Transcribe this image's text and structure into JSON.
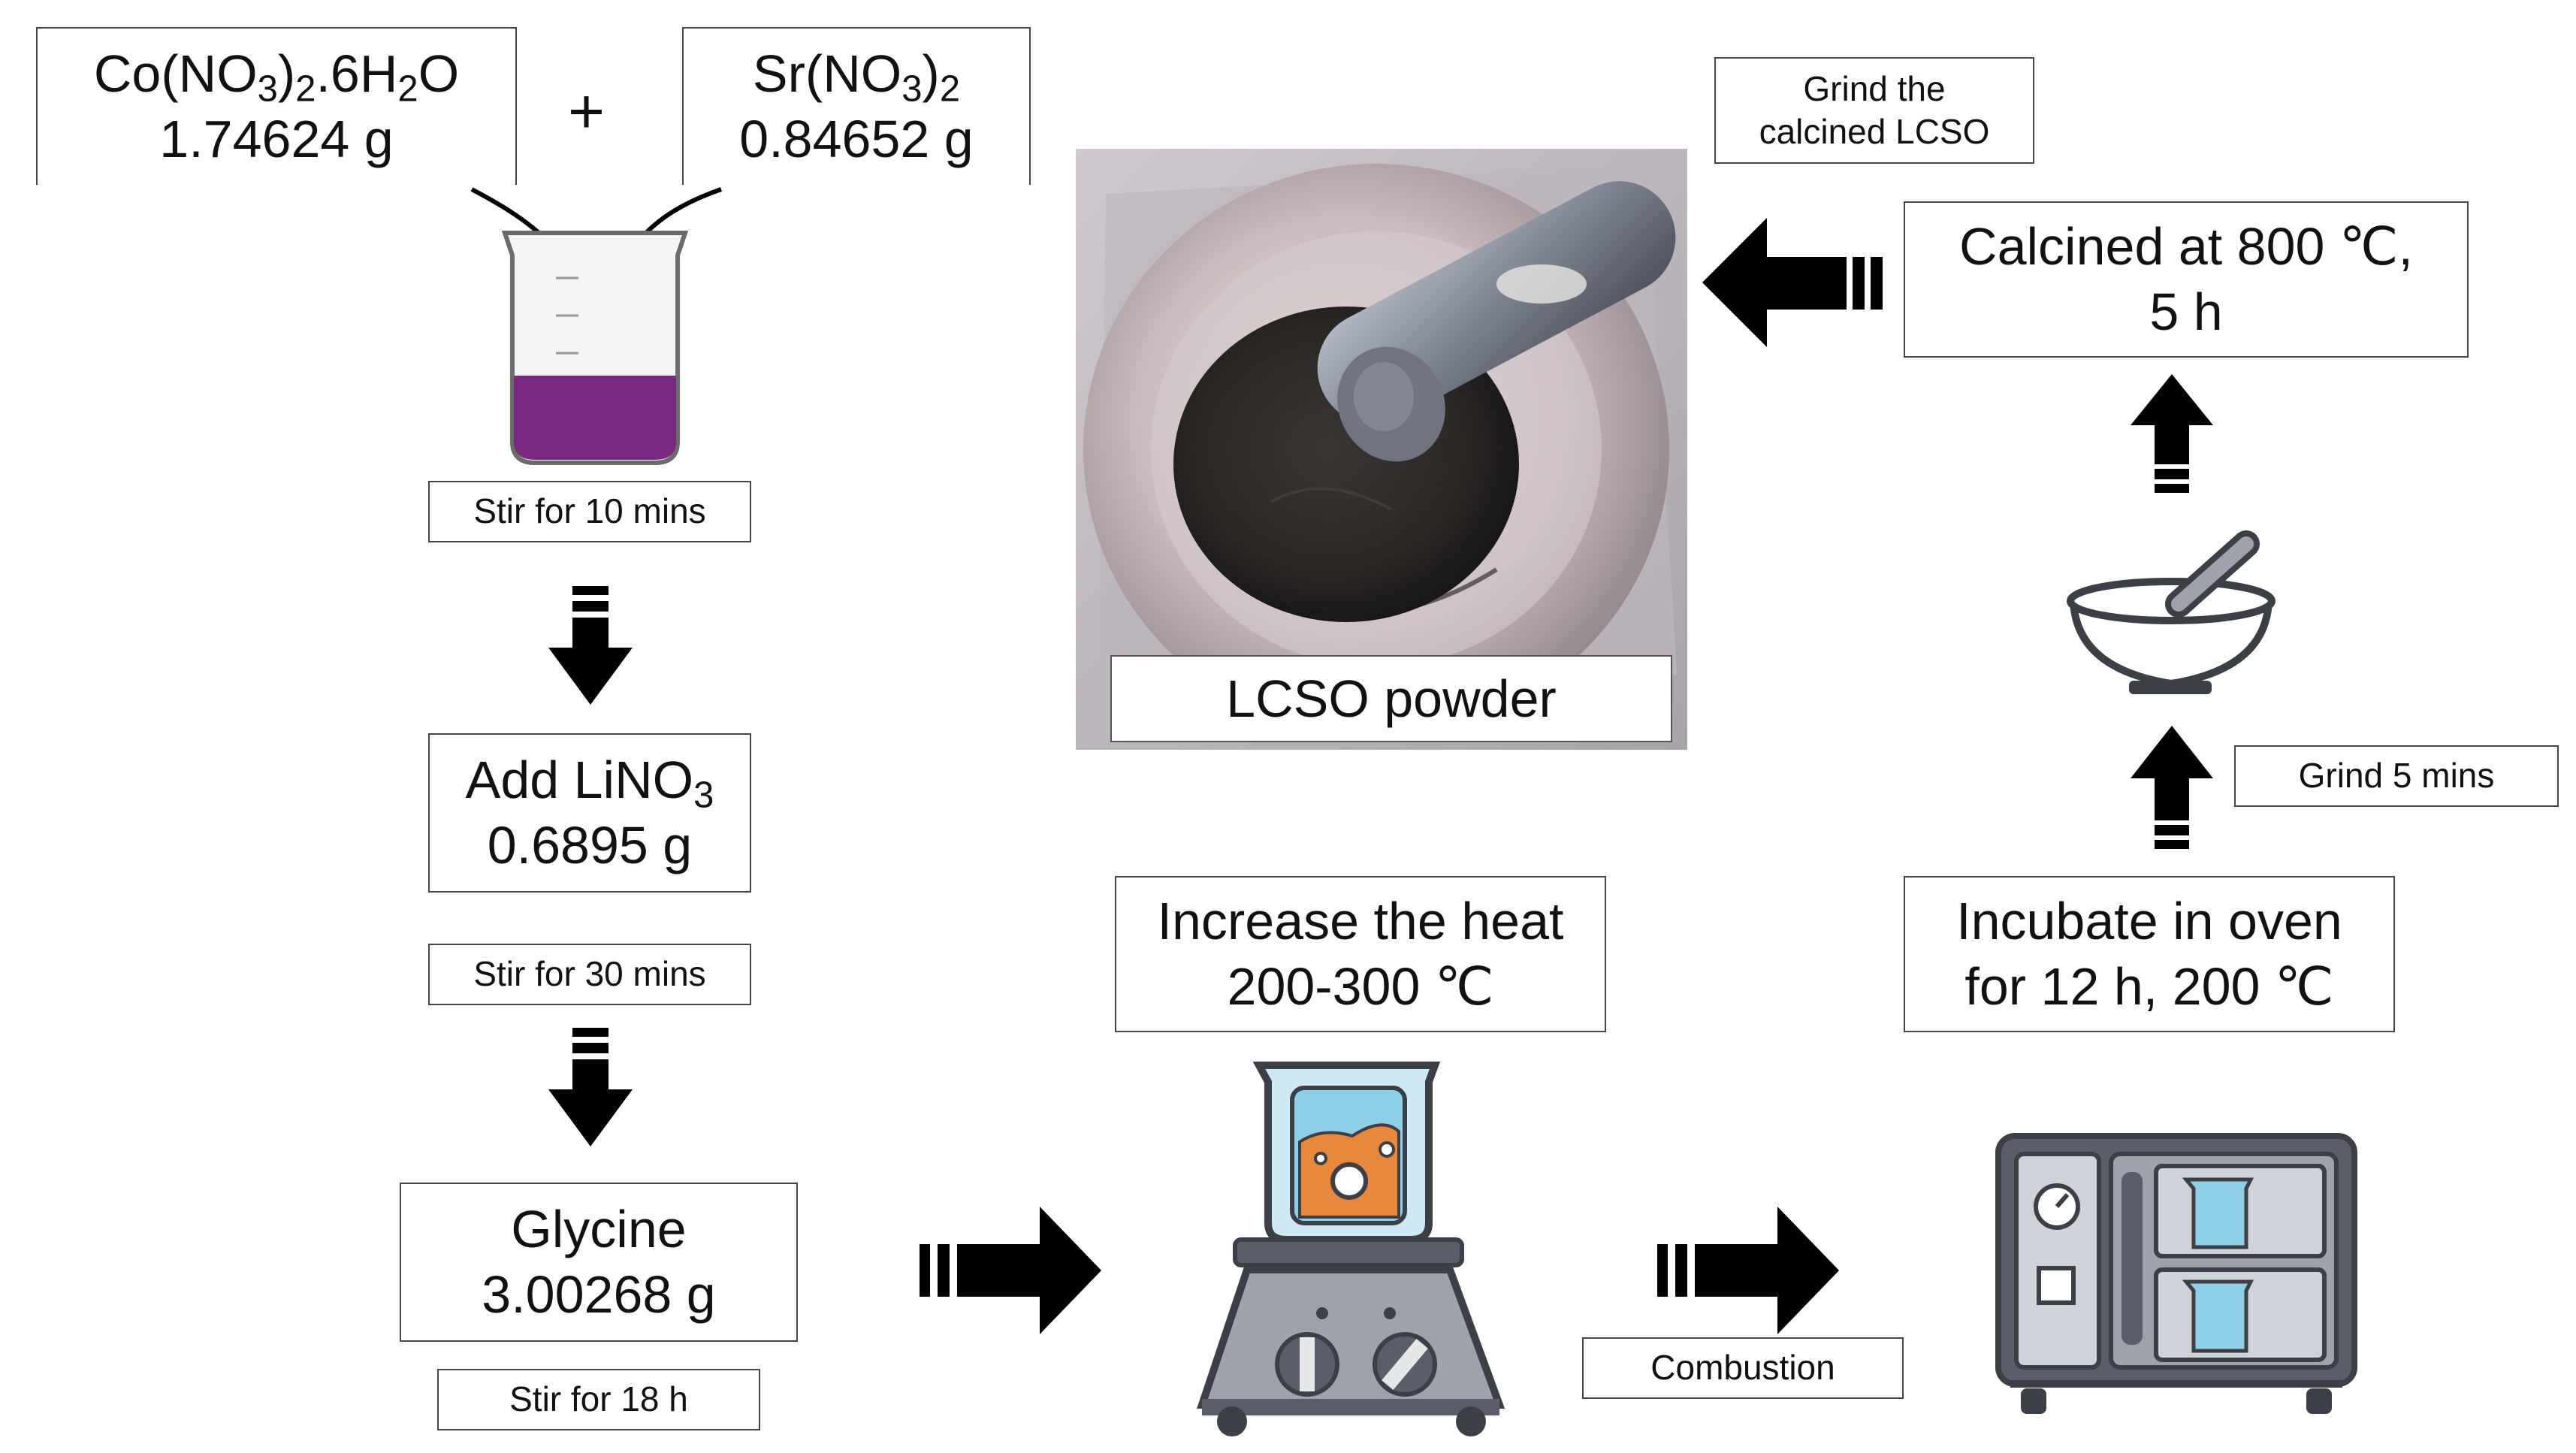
{
  "reagents": {
    "co_nitrate_formula": {
      "pre": "Co(NO",
      "sub1": "3",
      "mid": ")",
      "sub2": "2",
      "post": ".6H",
      "sub3": "2",
      "tail": "O"
    },
    "co_nitrate_mass": "1.74624 g",
    "plus": "+",
    "sr_nitrate_formula": {
      "pre": "Sr(NO",
      "sub1": "3",
      "mid": ")",
      "sub2": "2"
    },
    "sr_nitrate_mass": "0.84652 g"
  },
  "steps": {
    "stir_10": "Stir for 10 mins",
    "add_lino3": {
      "pre": "Add LiNO",
      "sub": "3"
    },
    "lino3_mass": "0.6895 g",
    "stir_30": "Stir for 30 mins",
    "glycine": "Glycine",
    "glycine_mass": "3.00268 g",
    "stir_18": "Stir for 18 h",
    "heat_line1": "Increase the heat",
    "heat_line2": "200-300 ℃",
    "combustion": "Combustion",
    "oven_line1": "Incubate in oven",
    "oven_line2": "for 12 h, 200 ℃",
    "grind_5": "Grind 5 mins",
    "calcine_line1": "Calcined at 800 ℃,",
    "calcine_line2": "5 h",
    "grind_calcined_line1": "Grind the",
    "grind_calcined_line2": "calcined LCSO",
    "powder_label": "LCSO powder"
  },
  "colors": {
    "solution": "#7a2a7e",
    "beaker_liquid": "#e8883c",
    "appliance": "#5b5e6a",
    "appliance_light": "#9ea2ad",
    "glass": "#8ecfe8",
    "arrow": "#000000"
  },
  "icons": [
    "beaker-icon",
    "hotplate-beaker-icon",
    "oven-icon",
    "mortar-pestle-icon",
    "arrow-icon"
  ]
}
